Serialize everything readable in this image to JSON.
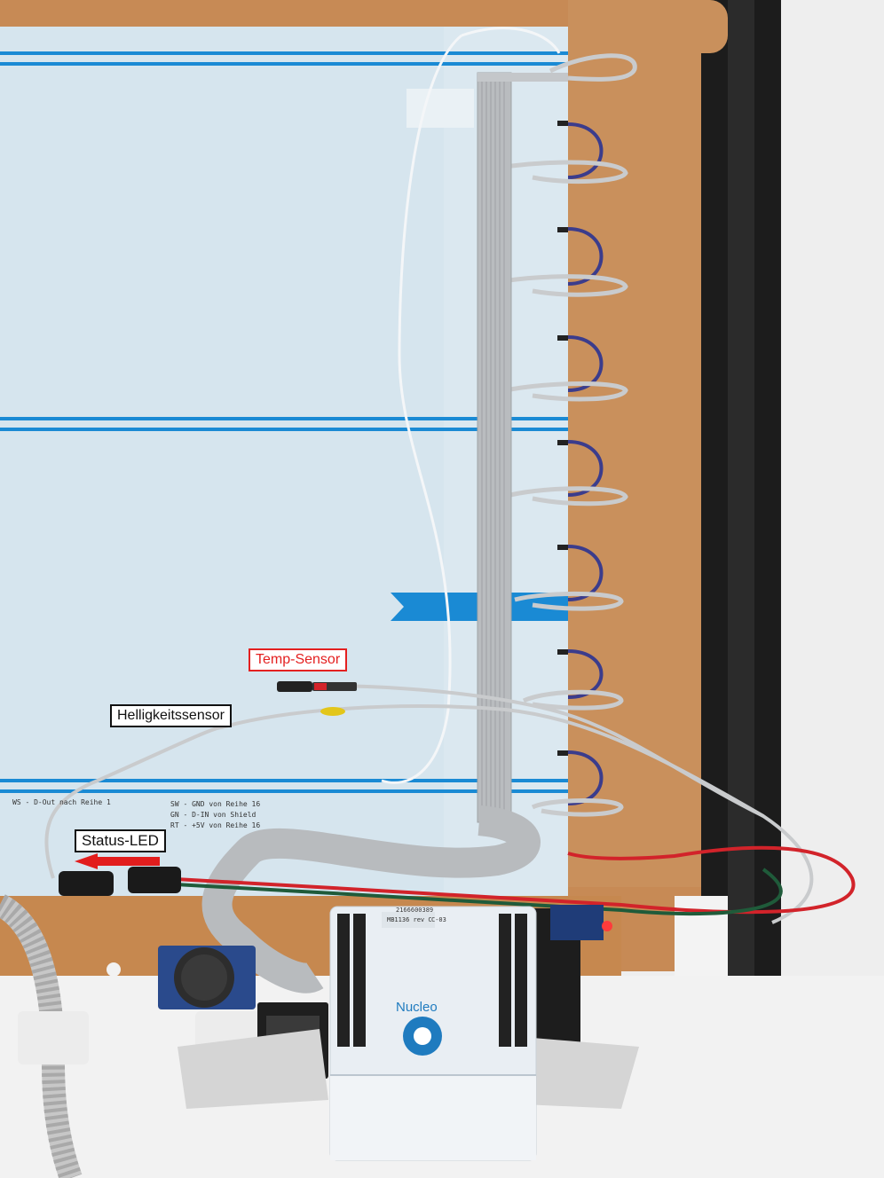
{
  "annotations": {
    "temp_sensor": "Temp-Sensor",
    "brightness_sensor": "Helligkeitssensor",
    "status_led": "Status-LED"
  },
  "panel_notes": {
    "ws_line": "WS - D-Out nach Reihe 1",
    "sw_line": "SW - GND von Reihe 16",
    "gn_line": "GN - D-IN von Shield",
    "rt_line": "RT - +5V von Reihe 16"
  },
  "board": {
    "brand": "Nucleo",
    "model": "MB1136 rev C",
    "serial": "2166600389",
    "revision": "C-03"
  },
  "colors": {
    "wall": "#c88a55",
    "frame": "#1c1c1c",
    "led_panel": "#d7e6ee",
    "tape_blue": "#1a8ad4",
    "ribbon": "#b9bcbf",
    "wire_red": "#d2232a",
    "wire_green": "#1f5b3a",
    "wire_blue": "#3b3c8c",
    "label_red": "#e42020",
    "label_black": "#111111"
  }
}
